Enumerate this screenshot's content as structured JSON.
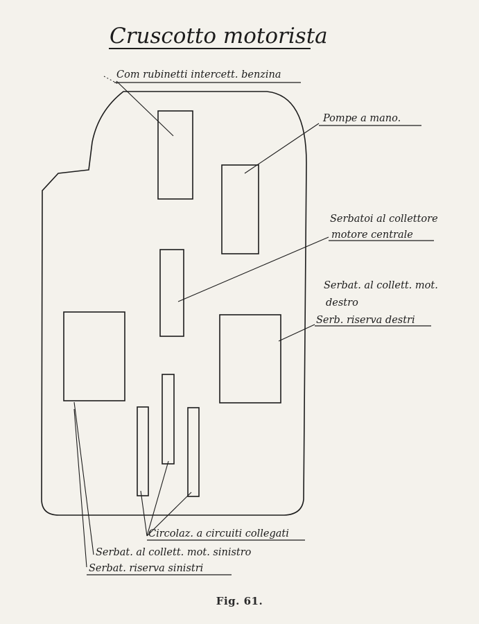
{
  "title": "Cruscotto motorista",
  "labels": {
    "rubinetti": "Com rubinetti intercett. benzina",
    "pompe": "Pompe a mano.",
    "serbatoi_centrale_1": "Serbatoi al collettore",
    "serbatoi_centrale_2": "motore centrale",
    "destro_1": "Serbat. al collett. mot.",
    "destro_2": "destro",
    "riserva_destri": "Serb. riserva destri",
    "circolaz": "Circolaz. a circuiti collegati",
    "sinistro": "Serbat. al collett. mot. sinistro",
    "riserva_sinistri": "Serbat. riserva sinistri"
  },
  "caption": "Fig. 61."
}
